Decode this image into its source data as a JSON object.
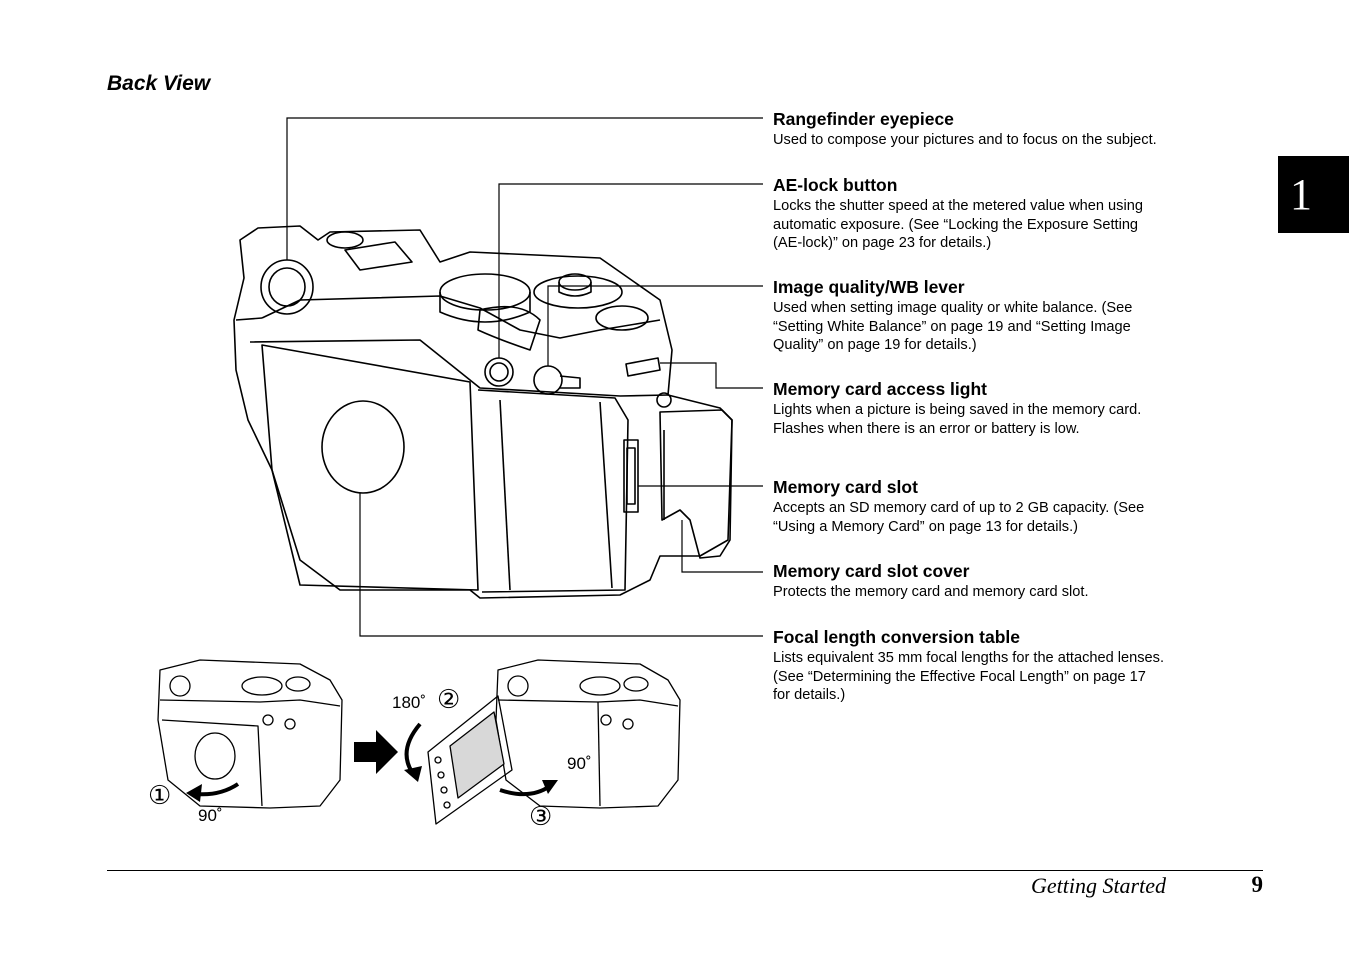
{
  "section_title": "Back View",
  "chapter_tab": "1",
  "callouts": [
    {
      "title": "Rangefinder eyepiece",
      "desc": "Used to compose your pictures and to focus on the subject."
    },
    {
      "title": "AE-lock button",
      "desc": "Locks the shutter speed at the metered value when using\nautomatic exposure. (See “Locking the Exposure Setting\n(AE-lock)” on page 23 for details.)"
    },
    {
      "title": "Image quality/WB lever",
      "desc": "Used when setting image quality or white balance. (See\n“Setting White Balance” on page 19 and “Setting Image\nQuality” on page 19 for details.)"
    },
    {
      "title": "Memory card access light",
      "desc": "Lights when a picture is being saved in the memory card.\nFlashes when there is an error or battery is low."
    },
    {
      "title": "Memory card slot",
      "desc": "Accepts an SD memory card of up to 2 GB capacity. (See\n“Using a Memory Card” on page 13 for details.)"
    },
    {
      "title": "Memory card slot cover",
      "desc": "Protects the memory card and memory card slot."
    },
    {
      "title": "Focal length conversion table",
      "desc": "Lists equivalent 35 mm focal lengths for the attached lenses.\n(See “Determining the Effective Focal Length” on page 17\nfor details.)"
    }
  ],
  "illustration": {
    "steps": [
      "①",
      "②",
      "③"
    ],
    "angle_1": "90˚",
    "angle_2": "180˚",
    "angle_3": "90˚"
  },
  "footer": {
    "section": "Getting Started",
    "page": "9"
  }
}
